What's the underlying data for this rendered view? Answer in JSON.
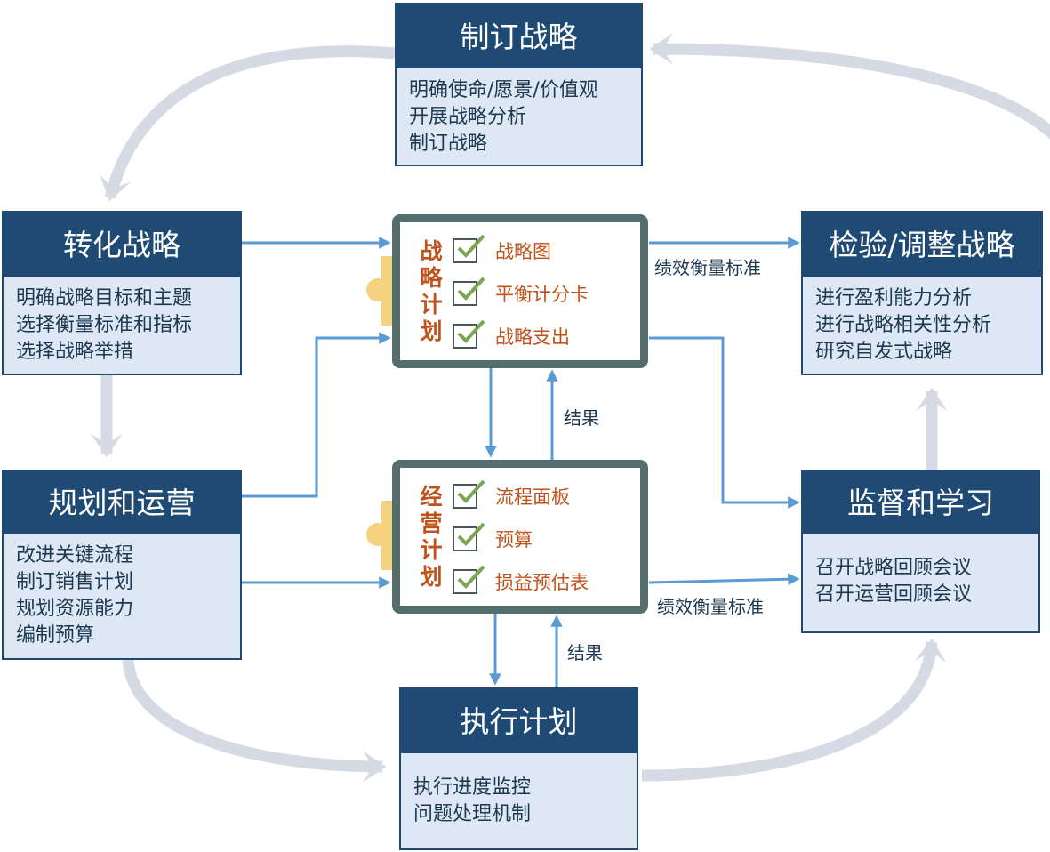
{
  "nodes": {
    "formulate": {
      "title": "制订战略",
      "items": [
        "明确使命/愿景/价值观",
        "开展战略分析",
        "制订战略"
      ]
    },
    "translate": {
      "title": "转化战略",
      "items": [
        "明确战略目标和主题",
        "选择衡量标准和指标",
        "选择战略举措"
      ]
    },
    "plan_operations": {
      "title": "规划和运营",
      "items": [
        "改进关键流程",
        "制订销售计划",
        "规划资源能力",
        "编制预算"
      ]
    },
    "test_adapt": {
      "title": "检验/调整战略",
      "items": [
        "进行盈利能力分析",
        "进行战略相关性分析",
        "研究自发式战略"
      ]
    },
    "monitor_learn": {
      "title": "监督和学习",
      "items": [
        "召开战略回顾会议",
        "召开运营回顾会议"
      ]
    },
    "execute": {
      "title": "执行计划",
      "items": [
        "执行进度监控",
        "问题处理机制"
      ]
    }
  },
  "strategy_plan": {
    "title": [
      "战",
      "略",
      "计",
      "划"
    ],
    "items": [
      "战略图",
      "平衡计分卡",
      "战略支出"
    ]
  },
  "operating_plan": {
    "title": [
      "经",
      "营",
      "计",
      "划"
    ],
    "items": [
      "流程面板",
      "预算",
      "损益预估表"
    ]
  },
  "arrow_labels": {
    "kpi_top": "绩效衡量标准",
    "kpi_bottom": "绩效衡量标准",
    "result_mid": "结果",
    "result_low": "结果"
  },
  "colors": {
    "header": "#1e4a74",
    "body_fill": "#dde8f4",
    "plan_text": "#c0531b",
    "plan_frame": "#546e6e",
    "flow_arrow": "#5b9bd5",
    "cycle_arrow": "#d5dae5",
    "clip_tab": "#f4d27f",
    "check": "#7aa552"
  }
}
